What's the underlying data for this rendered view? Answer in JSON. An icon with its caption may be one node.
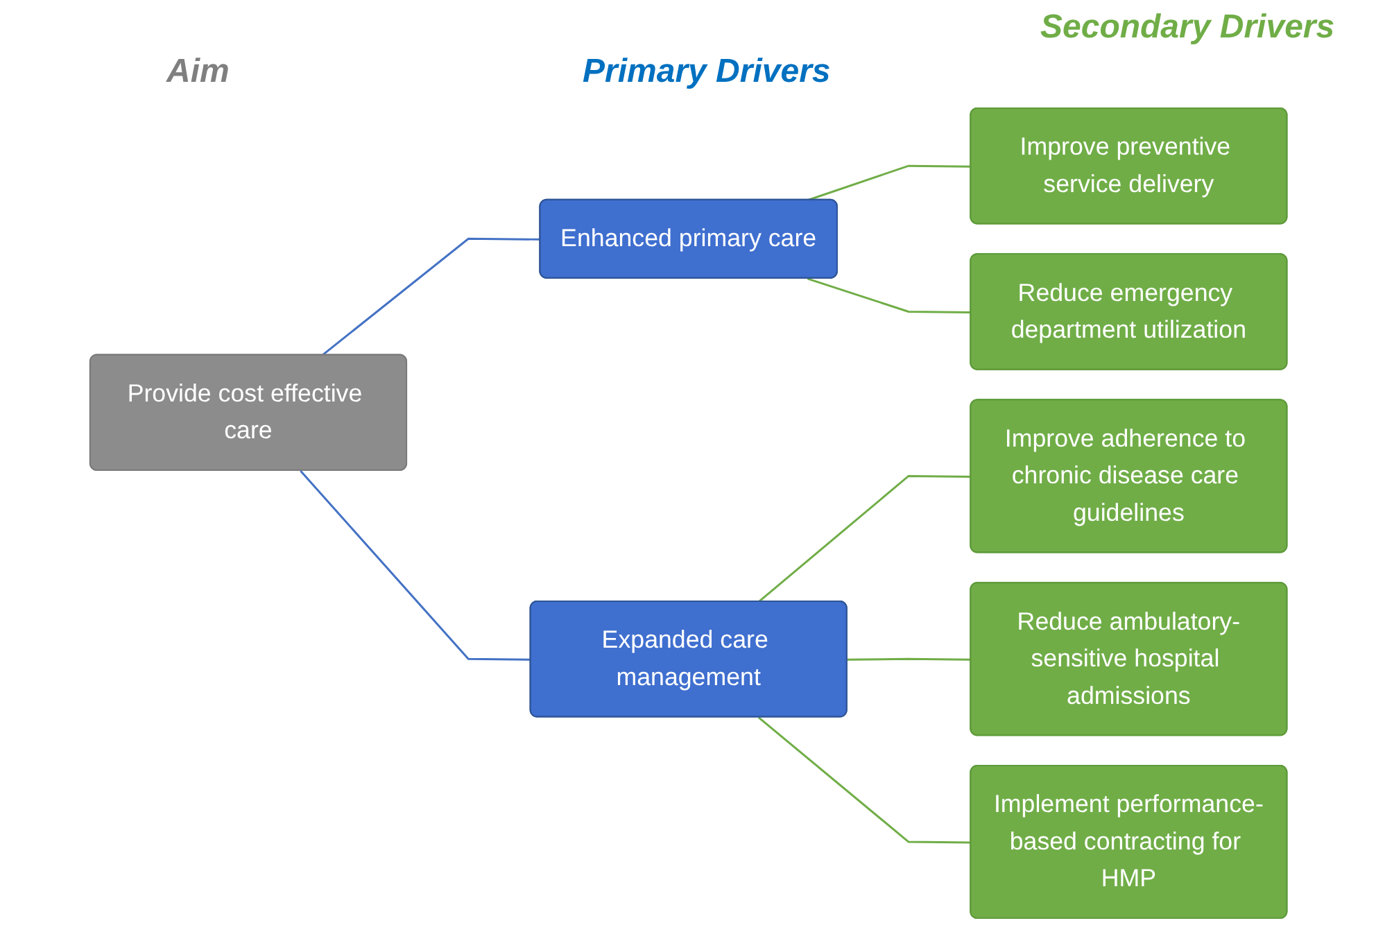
{
  "diagram": {
    "nodes": [
      {
        "text": [
          "Provide cost effective care"
        ]
      },
      {
        "text": [
          "Enhanced primary care"
        ]
      },
      {
        "text": [
          "Expanded care management"
        ]
      },
      {
        "text": [
          "Improve preventive service delivery"
        ]
      },
      {
        "text": [
          "Reduce emergency department utilization"
        ]
      },
      {
        "text": [
          "Improve adherence to chronic disease care guidelines"
        ]
      },
      {
        "text": [
          "Reduce ambulatory-sensitive hospital admissions"
        ]
      },
      {
        "text": [
          "Implement performance-based contracting for HMP"
        ]
      }
    ],
    "edges": [
      {
        "from": 0,
        "to": 1,
        "arrow": "none",
        "color": "#4472c4"
      },
      {
        "from": 0,
        "to": 2,
        "arrow": "none",
        "color": "#4472c4"
      },
      {
        "from": 1,
        "to": 3,
        "arrow": "none"
      },
      {
        "from": 1,
        "to": 4,
        "arrow": "none"
      },
      {
        "from": 2,
        "to": 5,
        "arrow": "none"
      },
      {
        "from": 2,
        "to": 6,
        "arrow": "none"
      },
      {
        "from": 2,
        "to": 7,
        "arrow": "none"
      }
    ],
    "labels": [
      "Secondary Drivers",
      "Primary Drivers",
      "Aim"
    ]
  }
}
